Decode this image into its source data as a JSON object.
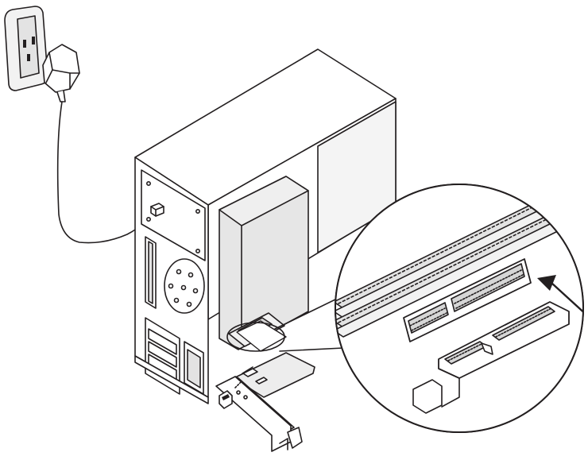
{
  "diagram": {
    "steps_shown": [
      "wall-outlet",
      "power-adapter",
      "pc-tower",
      "pcie-card",
      "pcie-slot-zoom"
    ],
    "colors": {
      "line": "#231f20",
      "fill_light": "#f2f2f2",
      "fill_mid": "#e3e3e3",
      "fill_dark": "#d6d6d6",
      "background": "#ffffff"
    }
  }
}
